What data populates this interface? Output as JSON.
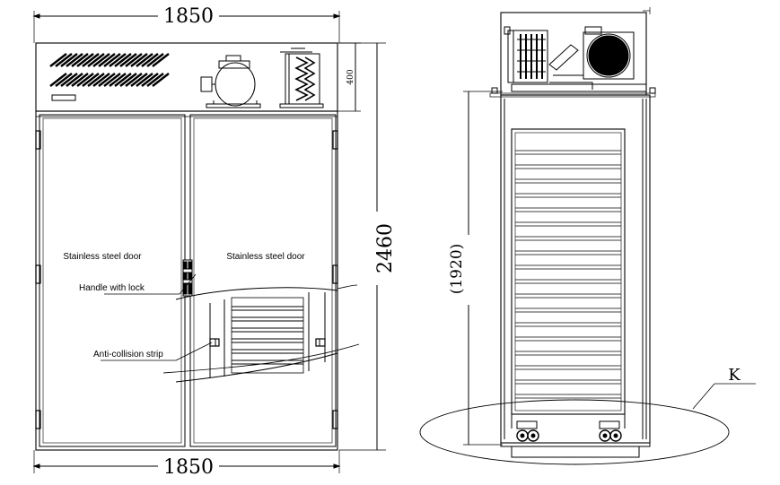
{
  "front_view": {
    "width_top": "1850",
    "width_bottom": "1850",
    "height": "2460",
    "unit_height": "400",
    "labels": {
      "left_door": "Stainless steel door",
      "right_door": "Stainless steel door",
      "handle": "Handle with lock",
      "strip": "Anti-collision strip"
    }
  },
  "side_view": {
    "inner_height": "(1920)",
    "detail": "K"
  }
}
